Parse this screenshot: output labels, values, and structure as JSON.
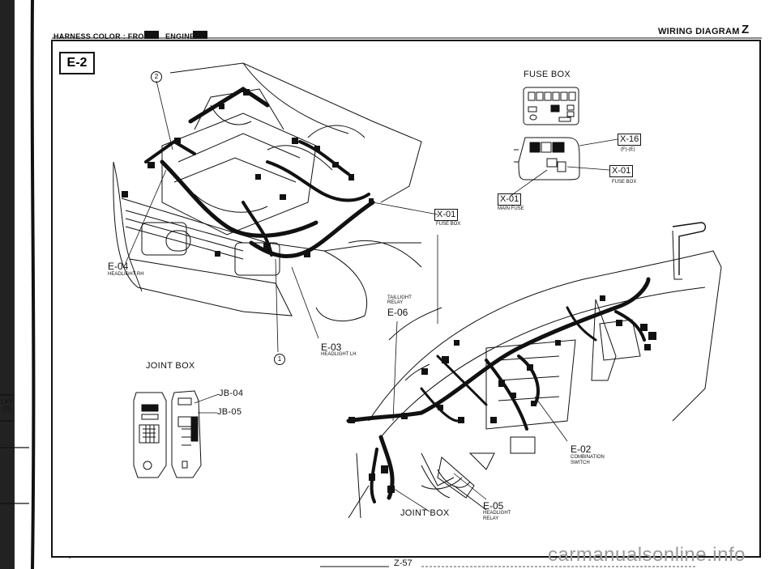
{
  "header": {
    "harness_prefix": "HARNESS COLOR : FRONT",
    "engine_label": "ENGINE",
    "title": "WIRING DIAGRAM",
    "section_letter": "Z"
  },
  "diagram_code": "E-2",
  "markers": {
    "circle_2": "2",
    "circle_1": "1"
  },
  "fuse_box": {
    "title": "FUSE BOX",
    "x16": {
      "code": "X-16",
      "note": "(F)-(E)"
    },
    "x01_right": {
      "code": "X-01",
      "note": "FUSE BOX"
    },
    "x01_main": {
      "code": "X-01",
      "note": "MAIN FUSE"
    }
  },
  "engine_connectors": {
    "x01": {
      "code": "X-01",
      "note": "FUSE BOX"
    },
    "e04": {
      "code": "E-04",
      "note": "HEADLIGHT RH"
    },
    "e03": {
      "code": "E-03",
      "note": "HEADLIGHT LH"
    },
    "e06": {
      "code": "E-06",
      "note_line1": "TAILLIGHT",
      "note_line2": "RELAY"
    }
  },
  "joint_box_top": {
    "title": "JOINT BOX",
    "jb04": "JB-04",
    "jb05": "JB-05"
  },
  "dash": {
    "e02": {
      "code": "E-02",
      "note_line1": "COMBINATION",
      "note_line2": "SWITCH"
    },
    "e05": {
      "code": "E-05",
      "note_line1": "HEADLIGHT",
      "note_line2": "RELAY"
    },
    "joint_box": "JOINT BOX"
  },
  "margin_label": {
    "line1": "LAY",
    "line2": "(F)"
  },
  "footer": {
    "page": "Z-57",
    "watermark": "carmanualsonline.info"
  },
  "colors": {
    "ink": "#111111",
    "paper": "#ffffff",
    "watermark": "#9a9a9a"
  }
}
